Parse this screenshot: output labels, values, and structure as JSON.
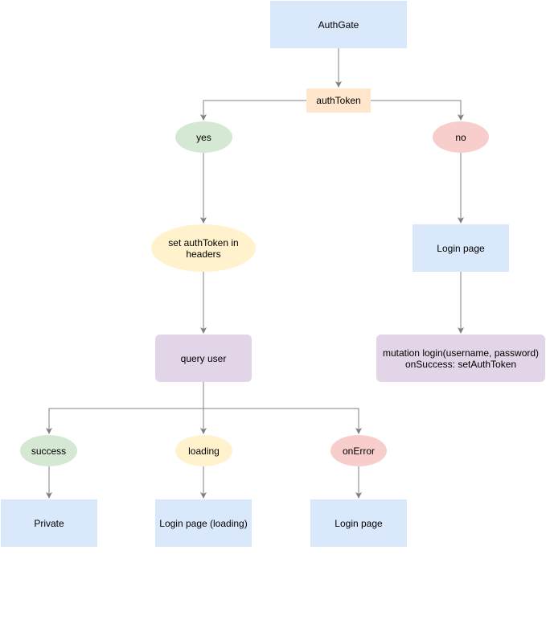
{
  "colors": {
    "blue_fill": "#dae8fc",
    "orange_fill": "#ffe6cc",
    "green_fill": "#d5e8d4",
    "red_fill": "#f8cecc",
    "yellow_fill": "#fff2cc",
    "purple_fill": "#e1d5e7",
    "edge": "#808080"
  },
  "nodes": {
    "auth_gate": "AuthGate",
    "auth_token": "authToken",
    "yes": "yes",
    "no": "no",
    "set_auth_token": "set authToken in\nheaders",
    "login_page_right": "Login page",
    "query_user": "query user",
    "mutation_login": "mutation login(username, password)\nonSuccess: setAuthToken",
    "success": "success",
    "loading": "loading",
    "on_error": "onError",
    "private": "Private",
    "login_page_loading": "Login page (loading)",
    "login_page_bottom": "Login page"
  }
}
